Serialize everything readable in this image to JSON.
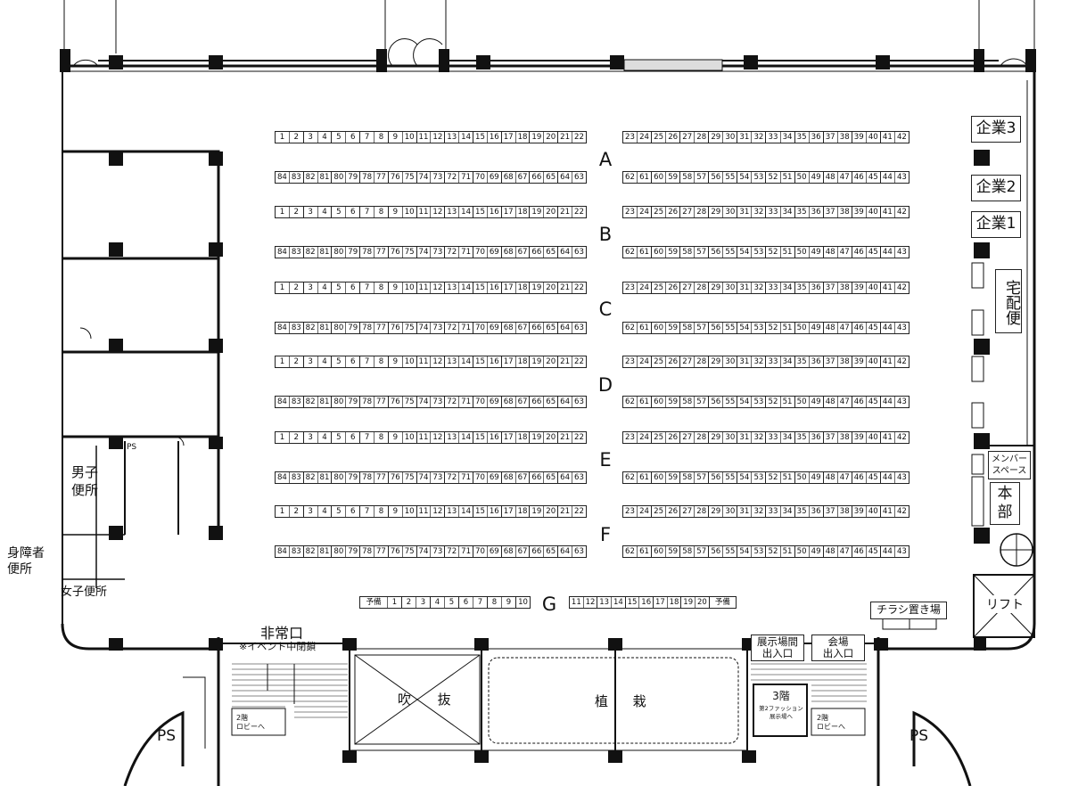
{
  "rows": [
    {
      "letter": "A"
    },
    {
      "letter": "B"
    },
    {
      "letter": "C"
    },
    {
      "letter": "D"
    },
    {
      "letter": "E"
    },
    {
      "letter": "F"
    }
  ],
  "booths": {
    "top_left": [
      "1",
      "2",
      "3",
      "4",
      "5",
      "6",
      "7",
      "8",
      "9",
      "10",
      "11",
      "12",
      "13",
      "14",
      "15",
      "16",
      "17",
      "18",
      "19",
      "20",
      "21",
      "22"
    ],
    "top_right": [
      "23",
      "24",
      "25",
      "26",
      "27",
      "28",
      "29",
      "30",
      "31",
      "32",
      "33",
      "34",
      "35",
      "36",
      "37",
      "38",
      "39",
      "40",
      "41",
      "42"
    ],
    "bottom_left": [
      "84",
      "83",
      "82",
      "81",
      "80",
      "79",
      "78",
      "77",
      "76",
      "75",
      "74",
      "73",
      "72",
      "71",
      "70",
      "69",
      "68",
      "67",
      "66",
      "65",
      "64",
      "63"
    ],
    "bottom_right": [
      "62",
      "61",
      "60",
      "59",
      "58",
      "57",
      "56",
      "55",
      "54",
      "53",
      "52",
      "51",
      "50",
      "49",
      "48",
      "47",
      "46",
      "45",
      "44",
      "43"
    ],
    "g_left": [
      "予備",
      "1",
      "2",
      "3",
      "4",
      "5",
      "6",
      "7",
      "8",
      "9",
      "10"
    ],
    "g_right": [
      "11",
      "12",
      "13",
      "14",
      "15",
      "16",
      "17",
      "18",
      "19",
      "20",
      "予備"
    ]
  },
  "row_g": {
    "letter": "G"
  },
  "labels": {
    "corp3": "企業3",
    "corp2": "企業2",
    "corp1": "企業1",
    "delivery": "宅配便",
    "member_space_1": "メンバー",
    "member_space_2": "スペース",
    "hq": "本部",
    "lift": "リフト",
    "flyer": "チラシ置き場",
    "mens_1": "男子",
    "mens_2": "便所",
    "accessible_1": "身障者",
    "accessible_2": "便所",
    "womens": "女子便所",
    "ps_small": "PS",
    "ps_left": "PS",
    "ps_right": "PS",
    "emergency_exit": "非常口",
    "emergency_note": "※イベント中閉鎖",
    "atrium_1": "吹",
    "atrium_2": "抜",
    "planting_1": "植",
    "planting_2": "栽",
    "hall_entrance_1": "展示場間",
    "hall_entrance_2": "出入口",
    "venue_entrance_1": "会場",
    "venue_entrance_2": "出入口",
    "floor3": "3階",
    "floor3_sub_1": "第2ファッション",
    "floor3_sub_2": "展示場へ",
    "lobby_left_1": "2階",
    "lobby_left_2": "ロビーへ",
    "lobby_right_1": "2階",
    "lobby_right_2": "ロビーへ"
  }
}
